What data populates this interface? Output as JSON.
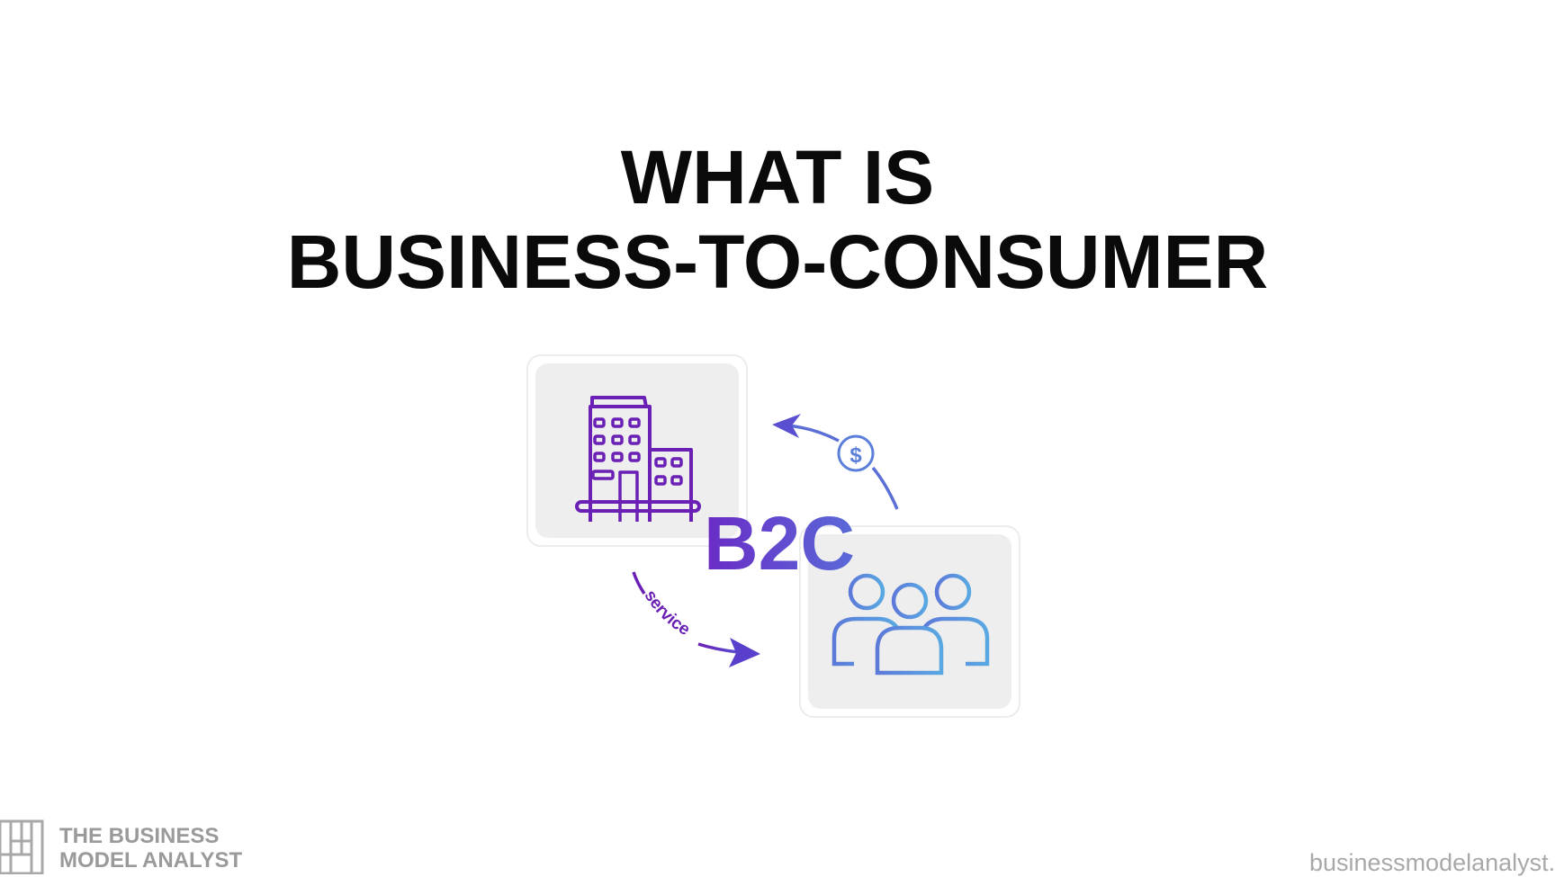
{
  "title": {
    "line1": "WHAT IS",
    "line2": "BUSINESS-TO-CONSUMER"
  },
  "diagram": {
    "center_label": "B2C",
    "business_icon": "office-building-icon",
    "consumer_icon": "people-group-icon",
    "flow_service_label": "service",
    "flow_payment_icon": "dollar-coin-icon",
    "colors": {
      "purple": "#6a1fb5",
      "blue": "#5b7fd9",
      "light_blue": "#5aa6e0"
    }
  },
  "footer": {
    "brand_line1": "THE BUSINESS",
    "brand_line2": "MODEL ANALYST",
    "url": "businessmodelanalyst.com"
  }
}
